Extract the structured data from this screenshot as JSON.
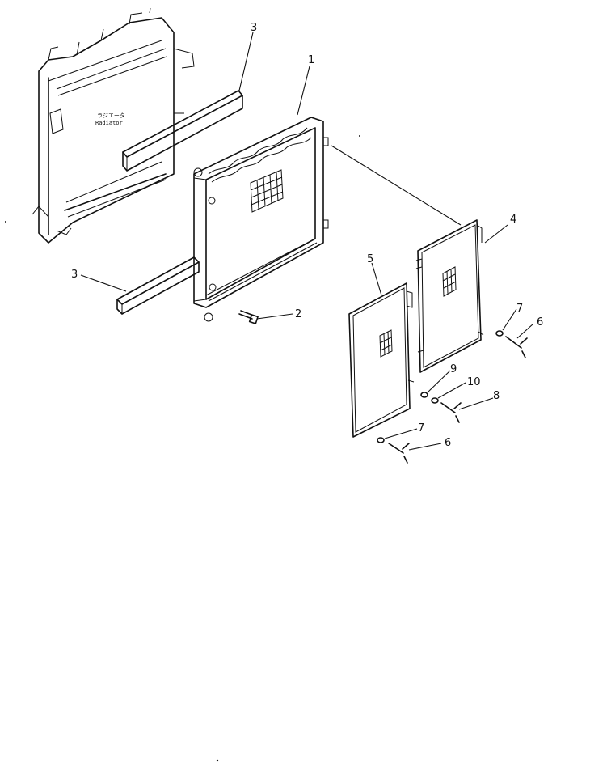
{
  "diagram": {
    "radiator_caption_jp": "ラジエータ",
    "radiator_caption_en": "Radiator",
    "callouts": {
      "c1": "1",
      "c2": "2",
      "c3a": "3",
      "c3b": "3",
      "c4": "4",
      "c5": "5",
      "c6a": "6",
      "c6b": "6",
      "c7a": "7",
      "c7b": "7",
      "c8": "8",
      "c9": "9",
      "c10": "10"
    }
  }
}
